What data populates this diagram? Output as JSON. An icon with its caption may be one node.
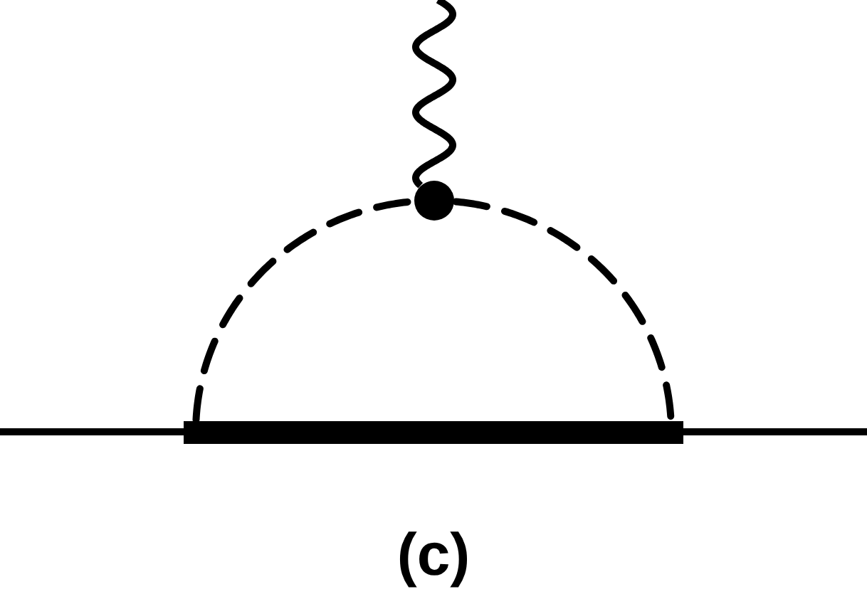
{
  "diagram": {
    "caption": "(c)",
    "nodes": [
      {
        "text": [],
        "shape": "circle"
      },
      {
        "text": [],
        "shape": "bar"
      }
    ],
    "edges": [
      {
        "from": null,
        "to": 0,
        "arrow": "none"
      },
      {
        "from": 1,
        "to": 0,
        "arrow": "none",
        "style": "dashed"
      },
      {
        "from": 0,
        "to": 1,
        "arrow": "none",
        "style": "dashed"
      },
      {
        "from": null,
        "to": 1,
        "arrow": "none"
      },
      {
        "from": 1,
        "to": null,
        "arrow": "none"
      }
    ]
  }
}
